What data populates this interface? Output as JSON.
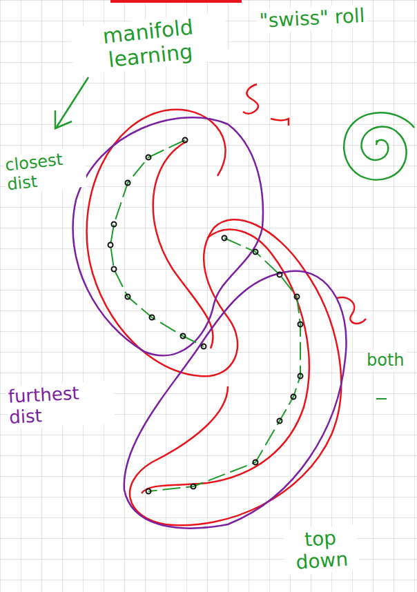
{
  "diagram": {
    "labels": [
      "manifold learning",
      "\"swiss\" roll",
      "closest dist",
      "furthest dist",
      "both",
      "top down"
    ]
  }
}
